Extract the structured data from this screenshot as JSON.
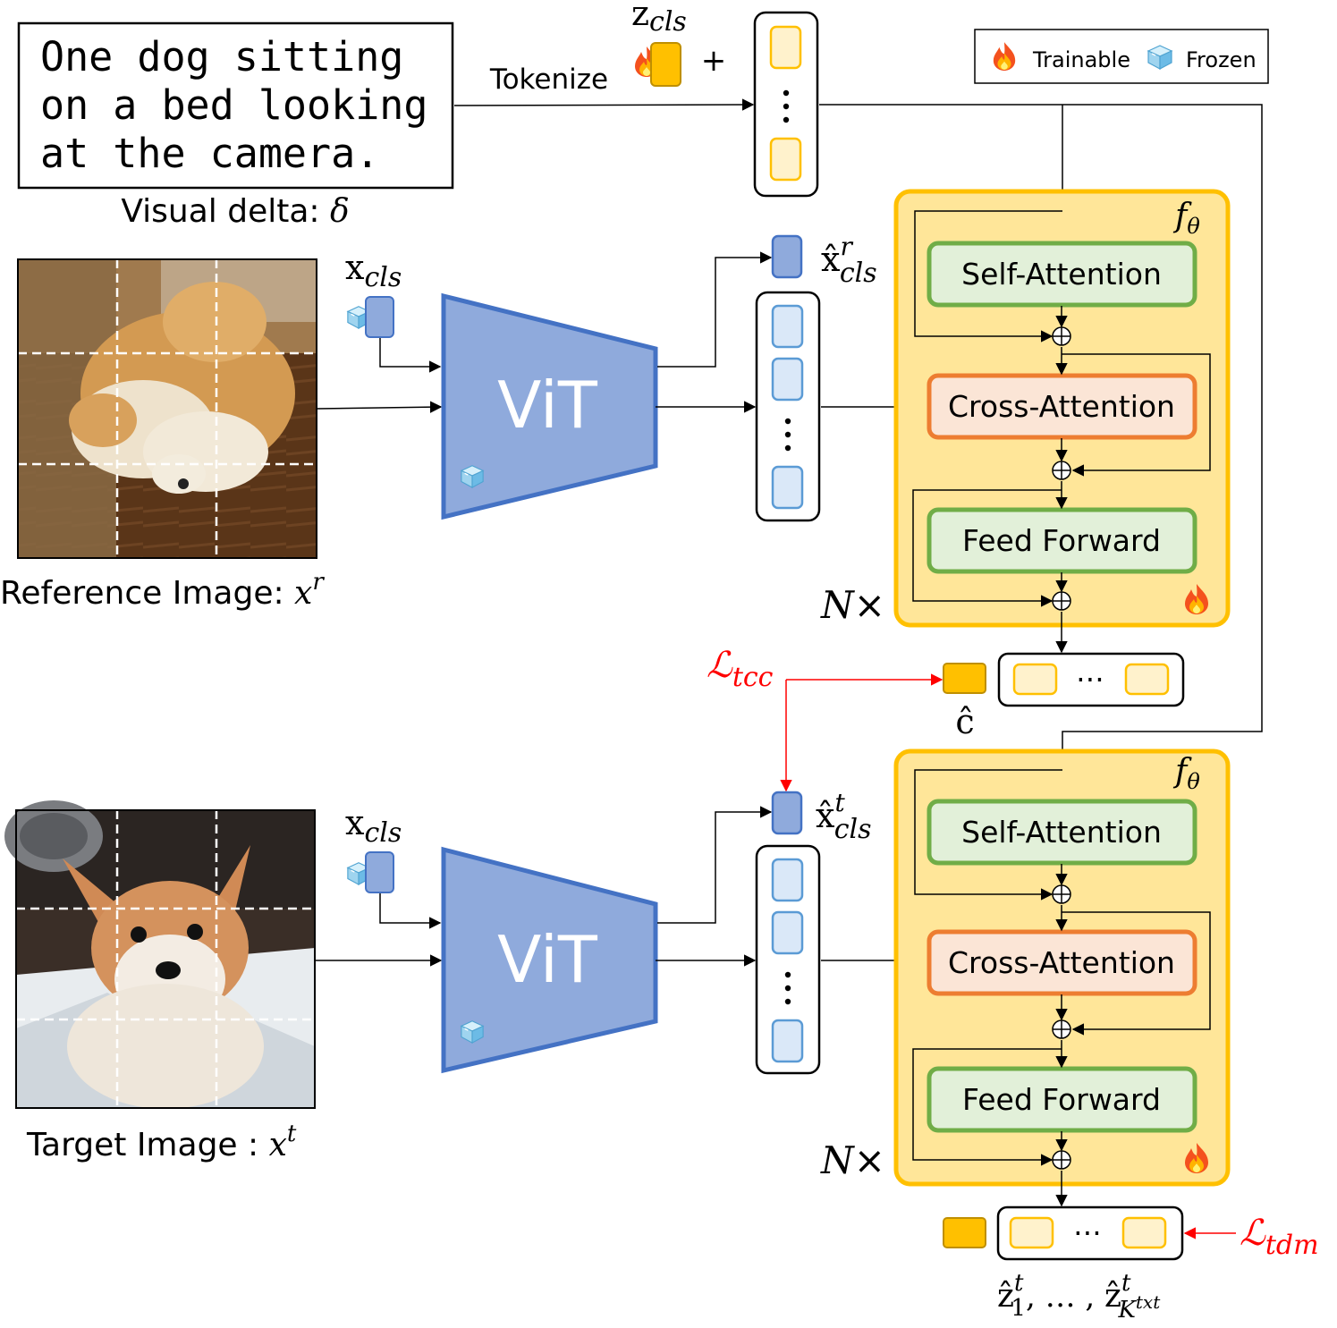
{
  "caption_text": "One dog sitting on a bed looking at the camera.",
  "caption_lines": [
    "One dog sitting",
    "on a bed looking",
    "at the camera."
  ],
  "visual_delta_label": "Visual delta: ",
  "visual_delta_symbol": "δ",
  "tokenize_label": "Tokenize",
  "z_cls": {
    "base": "z",
    "sub": "cls"
  },
  "plus_sign": "+",
  "legend": {
    "trainable": "Trainable",
    "frozen": "Frozen"
  },
  "x_cls": {
    "base": "x",
    "sub": "cls"
  },
  "vit_label": "ViT",
  "xhat_r": {
    "base": "x̂",
    "sup": "r",
    "sub": "cls"
  },
  "xhat_t": {
    "base": "x̂",
    "sup": "t",
    "sub": "cls"
  },
  "f_theta": {
    "base": "f",
    "sub": "θ"
  },
  "blocks": {
    "self_attention": "Self-Attention",
    "cross_attention": "Cross-Attention",
    "feed_forward": "Feed Forward"
  },
  "n_times": {
    "base": "N",
    "sym": "×"
  },
  "reference_label": "Reference Image: ",
  "reference_var": {
    "base": "x",
    "sup": "r"
  },
  "target_label": "Target Image : ",
  "target_var": {
    "base": "x",
    "sup": "t"
  },
  "loss_tcc": {
    "base": "ℒ",
    "sub": "tcc"
  },
  "loss_tdm": {
    "base": "ℒ",
    "sub": "tdm"
  },
  "c_hat": "ĉ",
  "ellipsis": "⋯",
  "output_label": {
    "first": "ẑ",
    "first_sub": "1",
    "first_sup": "t",
    "dots": ", … , ",
    "last": "ẑ",
    "last_sub": "K",
    "last_sub2": "txt",
    "last_sup": "t"
  },
  "colors": {
    "vit_fill": "#8faadc",
    "vit_border": "#4472c4",
    "token_yellow_fill": "#fff2cc",
    "token_yellow_border": "#ffc000",
    "token_blue_fill": "#dae8f8",
    "token_blue_border": "#5b9bd5",
    "cls_blue": "#8faadc",
    "cls_orange": "#ffc000",
    "block_bg": "#ffe699",
    "block_border": "#ffc000",
    "sa_fill": "#e2f0d9",
    "sa_border": "#70ad47",
    "ca_fill": "#fbe5d6",
    "ca_border": "#ed7d31",
    "loss_red": "#ff0000"
  },
  "icons": {
    "trainable": "flame-icon",
    "frozen": "ice-cube-icon"
  }
}
